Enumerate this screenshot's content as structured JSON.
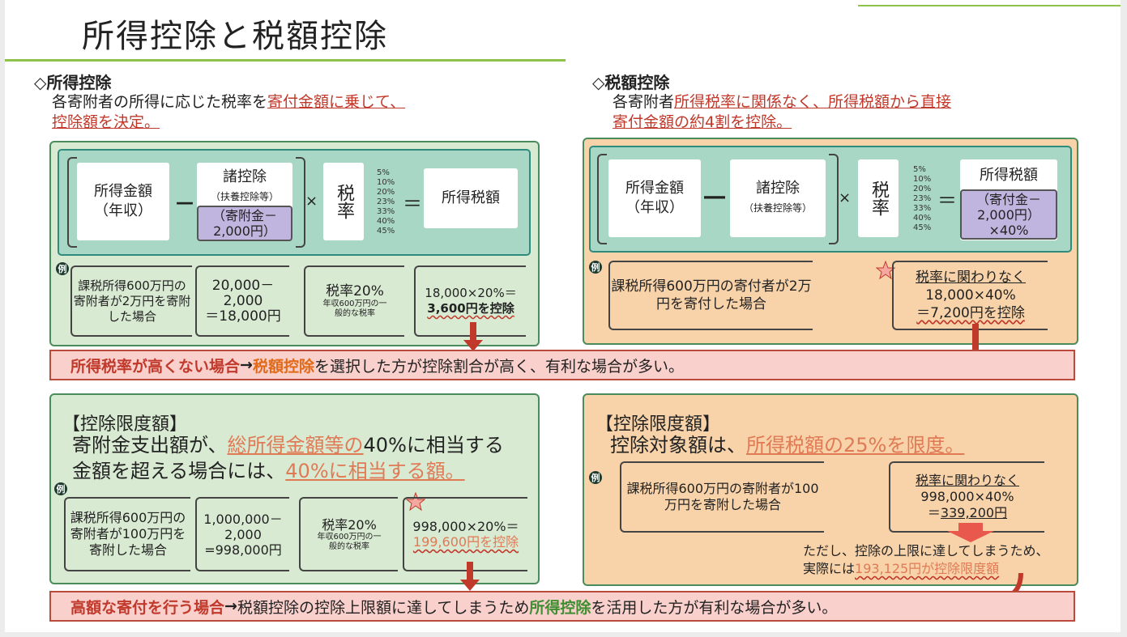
{
  "title": "所得控除と税額控除",
  "left": {
    "heading": "◇所得控除",
    "desc_line1_plain": "各寄附者の所得に応じた税率を",
    "desc_line1_red": "寄付金額に乗じて、",
    "desc_line2_red": "控除額を決定。",
    "formula": {
      "income": "所得金額",
      "income_sub": "（年収）",
      "minus": "－",
      "deduction": "諸控除",
      "deduction_sub": "（扶養控除等）",
      "donation": "（寄附金－2,000円）",
      "times": "×",
      "rate": "税率",
      "rates": [
        "5%",
        "10%",
        "20%",
        "23%",
        "33%",
        "40%",
        "45%"
      ],
      "equals": "＝",
      "result": "所得税額"
    },
    "example": {
      "badge": "例",
      "case": "課税所得600万円の寄附者が2万円を寄附した場合",
      "calc1": "20,000－",
      "calc2": "2,000",
      "calc3": "＝18,000円",
      "rate": "税率20%",
      "rate_note": "年収600万円の一般的な税率",
      "res1": "18,000×20%＝",
      "res2": "3,600円を控除"
    }
  },
  "right": {
    "heading": "◇税額控除",
    "desc_line1_plain": "各寄附者",
    "desc_line1_red": "所得税率に関係なく、所得税額から直接",
    "desc_line2_red": "寄付金額の約4割を控除。",
    "formula": {
      "income": "所得金額",
      "income_sub": "（年収）",
      "minus": "―",
      "deduction": "諸控除",
      "deduction_sub": "（扶養控除等）",
      "times": "×",
      "rate": "税率",
      "rates": [
        "5%",
        "10%",
        "20%",
        "23%",
        "33%",
        "40%",
        "45%"
      ],
      "equals": "＝",
      "result": "所得税額",
      "donation": "（寄付金－2,000円）×40%"
    },
    "example": {
      "badge": "例",
      "case": "課税所得600万円の寄付者が2万円を寄付した場合",
      "res1": "税率に関わりなく",
      "res2": "18,000×40%",
      "res3": "＝7,200円を控除"
    }
  },
  "banner1": {
    "red": "所得税率が高くない場合",
    "arrow": " → ",
    "orange": "税額控除",
    "rest": "を選択した方が控除割合が高く、有利な場合が多い。"
  },
  "left_limit": {
    "heading": "【控除限度額】",
    "line1_plain_a": "寄附金支出額が、",
    "line1_red": "総所得金額等の",
    "line1_plain_b": "40%に相当する",
    "line2_plain": "金額を超える場合には、",
    "line2_red": "40%に相当する額。",
    "badge": "例",
    "case": "課税所得600万円の寄附者が100万円を寄附した場合",
    "calc1": "1,000,000－",
    "calc2": "2,000",
    "calc3": "=998,000円",
    "rate": "税率20%",
    "rate_note": "年収600万円の一般的な税率",
    "res1": "998,000×20%＝",
    "res2": "199,600円を控除"
  },
  "right_limit": {
    "heading": "【控除限度額】",
    "line_plain": "控除対象額は、",
    "line_red": "所得税額の25%を限度。",
    "badge": "例",
    "case": "課税所得600万円の寄附者が100万円を寄附した場合",
    "res1": "税率に関わりなく",
    "res2": "998,000×40%",
    "res3_prefix": "＝",
    "res3": "339,200円",
    "note1": "ただし、控除の上限に達してしまうため、",
    "note2_plain": "実際には",
    "note2_red": "193,125円が控除限度額"
  },
  "banner2": {
    "red": "高額な寄付を行う場合",
    "arrow": " → ",
    "plain": "税額控除の控除上限額に達してしまうため ",
    "green": "所得控除",
    "rest": "を活用した方が有利な場合が多い。"
  },
  "colors": {
    "accent_green": "#8dc34a",
    "red": "#c0392b",
    "panel_green": "#d9ead3",
    "panel_orange": "#f8d3aa"
  }
}
